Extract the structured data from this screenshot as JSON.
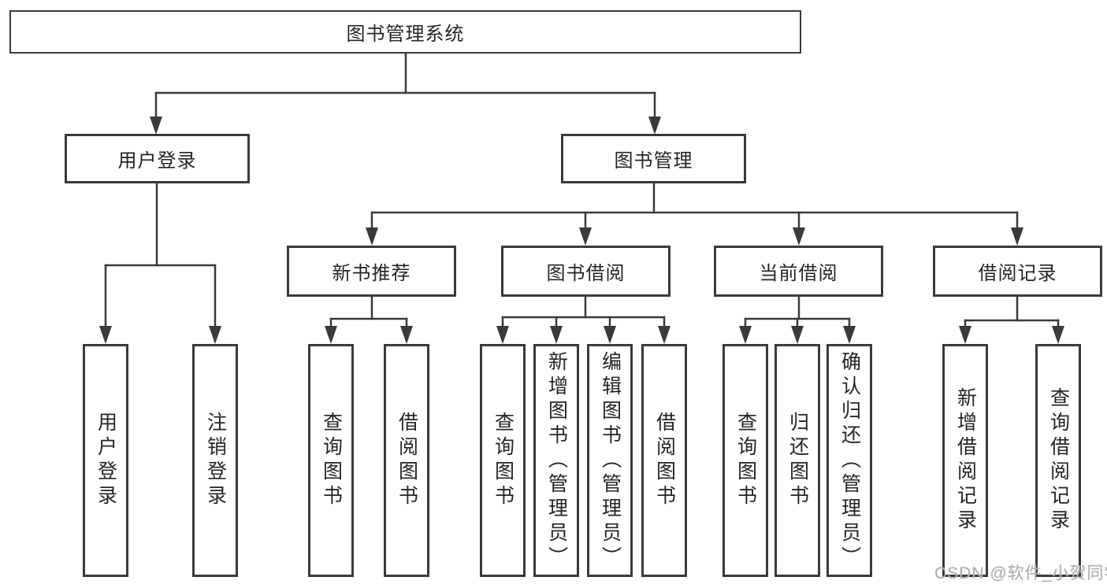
{
  "diagram": {
    "root": {
      "label": "图书管理系统"
    },
    "branches": [
      {
        "label": "用户登录",
        "children": [
          {
            "label": "用户登录"
          },
          {
            "label": "注销登录"
          }
        ]
      },
      {
        "label": "图书管理",
        "children": [
          {
            "label": "新书推荐",
            "children": [
              {
                "label": "查询图书"
              },
              {
                "label": "借阅图书"
              }
            ]
          },
          {
            "label": "图书借阅",
            "children": [
              {
                "label": "查询图书"
              },
              {
                "label": "新增图书（管理员）"
              },
              {
                "label": "编辑图书（管理员）"
              },
              {
                "label": "借阅图书"
              }
            ]
          },
          {
            "label": "当前借阅",
            "children": [
              {
                "label": "查询图书"
              },
              {
                "label": "归还图书"
              },
              {
                "label": "确认归还（管理员）"
              }
            ]
          },
          {
            "label": "借阅记录",
            "children": [
              {
                "label": "新增借阅记录"
              },
              {
                "label": "查询借阅记录"
              }
            ]
          }
        ]
      }
    ]
  },
  "watermark": "CSDN @软件_小贺同学",
  "colors": {
    "line": "#3a3a3a",
    "text": "#252525",
    "watermark": "#b0b0b0",
    "background": "#ffffff"
  }
}
